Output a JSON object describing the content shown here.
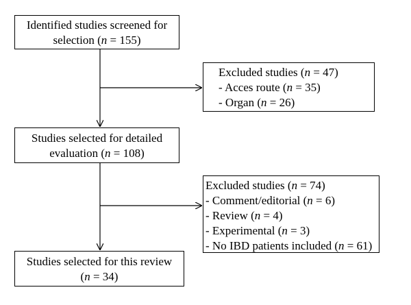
{
  "flow": {
    "identified": {
      "line1": "Identified studies screened for",
      "line2_prefix": "selection (",
      "n_symbol": "n",
      "line2_suffix": " = 155)"
    },
    "excluded1": {
      "line1_prefix": "Excluded studies (",
      "n_symbol": "n",
      "line1_suffix": " = 47)",
      "items": [
        {
          "prefix": "- Acces route (",
          "suffix": " = 35)"
        },
        {
          "prefix": "- Organ (",
          "suffix": " = 26)"
        }
      ]
    },
    "detailed": {
      "line1": "Studies selected for detailed",
      "line2_prefix": "evaluation (",
      "n_symbol": "n",
      "line2_suffix": " = 108)"
    },
    "excluded2": {
      "line1_prefix": "Excluded studies (",
      "n_symbol": "n",
      "line1_suffix": " = 74)",
      "items": [
        {
          "prefix": "- Comment/editorial (",
          "suffix": " = 6)"
        },
        {
          "prefix": "- Review (",
          "suffix": " = 4)"
        },
        {
          "prefix": "- Experimental (",
          "suffix": " = 3)"
        },
        {
          "prefix": "- No IBD patients included (",
          "suffix": " = 61)"
        }
      ]
    },
    "final": {
      "line1": "Studies selected for this review",
      "line2_prefix": "(",
      "n_symbol": "n",
      "line2_suffix": " = 34)"
    }
  }
}
